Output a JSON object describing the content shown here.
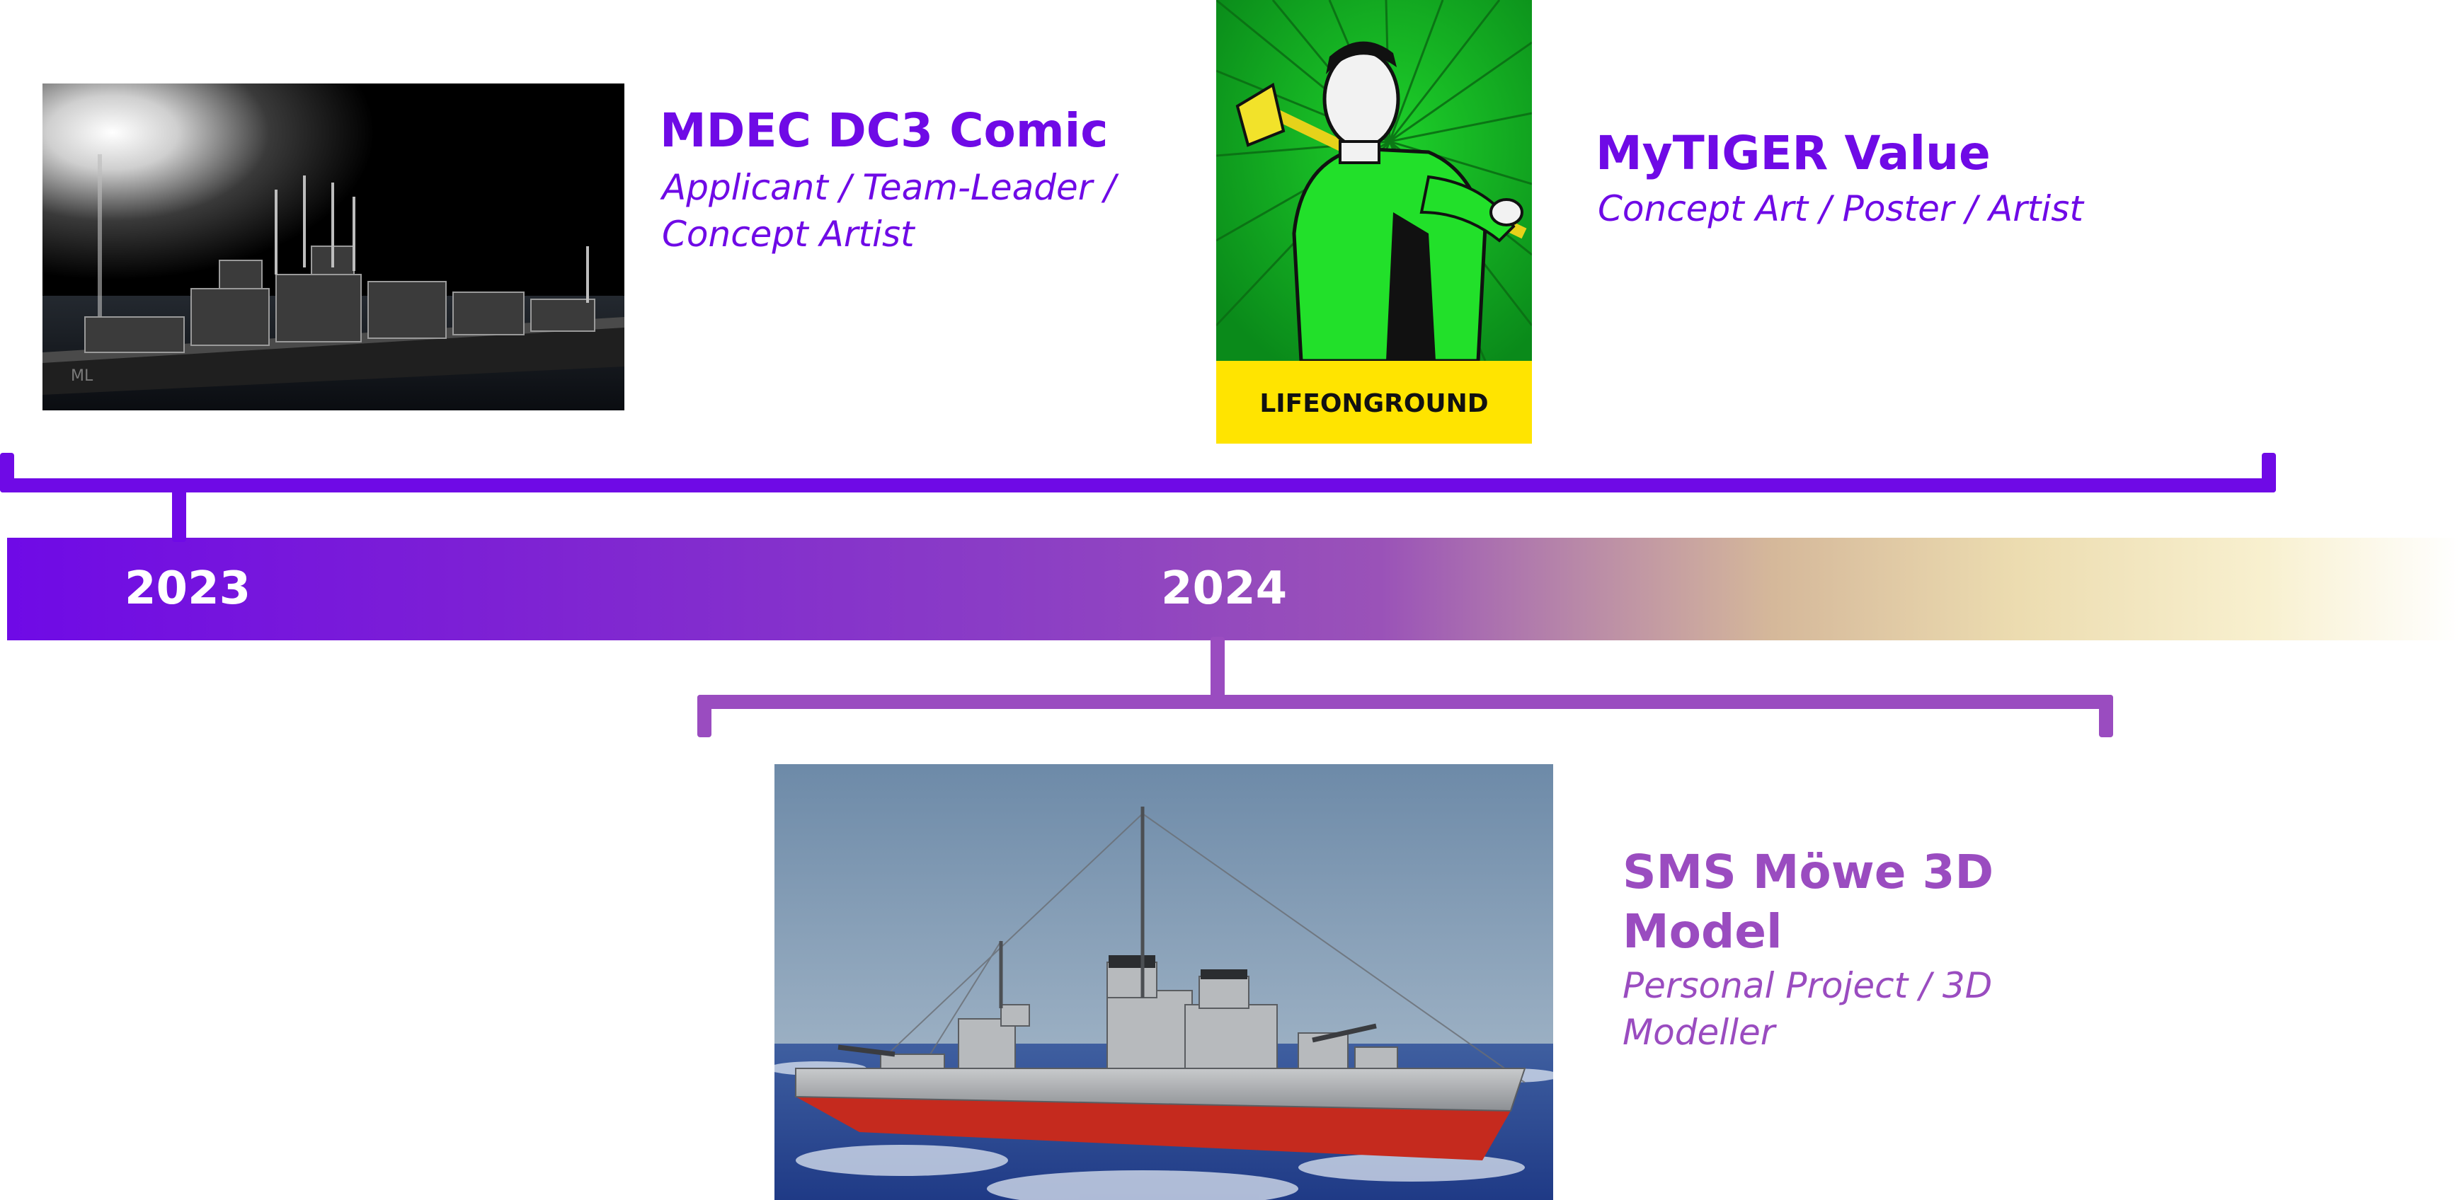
{
  "timeline": {
    "years": [
      "2023",
      "2024"
    ],
    "gradient": [
      "#6f0ae6",
      "#9a52b8",
      "#d5b89a",
      "#ffffff"
    ]
  },
  "colors": {
    "violet": "#6f0ae6",
    "purple": "#9a4cc0",
    "poster_green": "#19c21f",
    "poster_yellow": "#ffe400"
  },
  "projects": [
    {
      "title": "MDEC DC3 Comic",
      "subtitle_lines": [
        "Applicant / Team-Leader /",
        "Concept Artist"
      ],
      "image": "warship-night-render"
    },
    {
      "title": "MyTIGER Value",
      "subtitle_lines": [
        "Concept Art / Poster / Artist"
      ],
      "image": "worker-shovel-poster",
      "poster_text": "LIFEONGROUND"
    },
    {
      "title_lines": [
        "SMS Möwe 3D",
        "Model"
      ],
      "subtitle_lines": [
        "Personal Project / 3D",
        "Modeller"
      ],
      "image": "destroyer-3d-render"
    }
  ]
}
